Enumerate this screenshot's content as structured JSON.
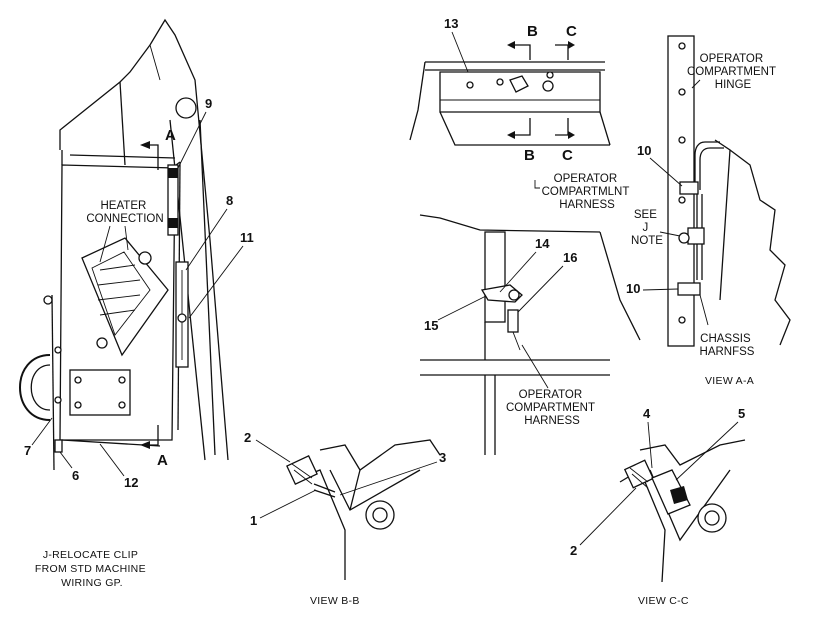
{
  "labels": {
    "heater_connection": [
      "HEATER",
      "CONNECTION"
    ],
    "operator_compartment_hinge": [
      "OPERATOR",
      "COMPARTMENT",
      "HINGE"
    ],
    "operator_compartment_harness_top": [
      "OPERATOR",
      "COMPARTMLNT",
      "HARNESS"
    ],
    "operator_compartment_harness_bottom": [
      "OPERATOR",
      "COMPARTMENT",
      "HARNESS"
    ],
    "see_j_note": [
      "SEE",
      "J",
      "NOTE"
    ],
    "chassis_harness": [
      "CHASSIS",
      "HARNFSS"
    ],
    "note_j": [
      "J-RELOCATE CLIP",
      "FROM STD MACHINE",
      "WIRING GP."
    ]
  },
  "views": {
    "view_aa": "VIEW  A-A",
    "view_bb": "VIEW  B-B",
    "view_cc": "VIEW  C-C"
  },
  "section_marks": {
    "a_top": "A",
    "a_bottom": "A",
    "b_top": "B",
    "b_bottom": "B",
    "c_top": "C",
    "c_bottom": "C"
  },
  "callouts": {
    "c1": "1",
    "c2_bb": "2",
    "c2_cc": "2",
    "c3": "3",
    "c4": "4",
    "c5": "5",
    "c6": "6",
    "c7": "7",
    "c8": "8",
    "c9": "9",
    "c10_top": "10",
    "c10_bottom": "10",
    "c11": "11",
    "c12": "12",
    "c13": "13",
    "c14": "14",
    "c15": "15",
    "c16": "16"
  }
}
